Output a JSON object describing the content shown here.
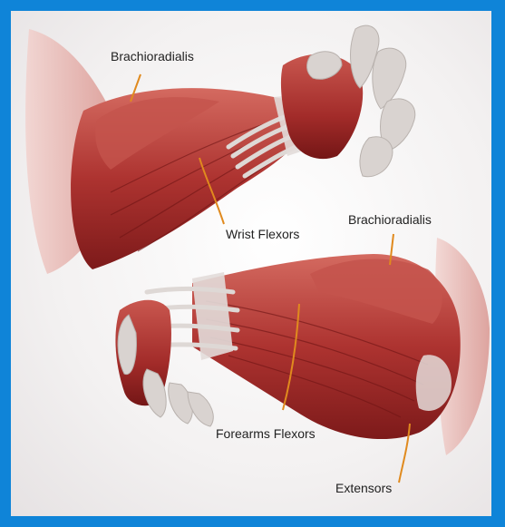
{
  "labels": {
    "brachioradialis_top": "Brachioradialis",
    "wrist_flexors": "Wrist Flexors",
    "brachioradialis_bottom": "Brachioradialis",
    "forearms_flexors": "Forearms Flexors",
    "extensors": "Extensors"
  },
  "colors": {
    "frame": "#0f84d8",
    "muscle_dark": "#8e1f1f",
    "muscle_mid": "#b23a36",
    "muscle_light": "#d66a62",
    "tendon": "#d8d3d0",
    "skin": "#e8b7b2",
    "pointer": "#e08a1e"
  }
}
